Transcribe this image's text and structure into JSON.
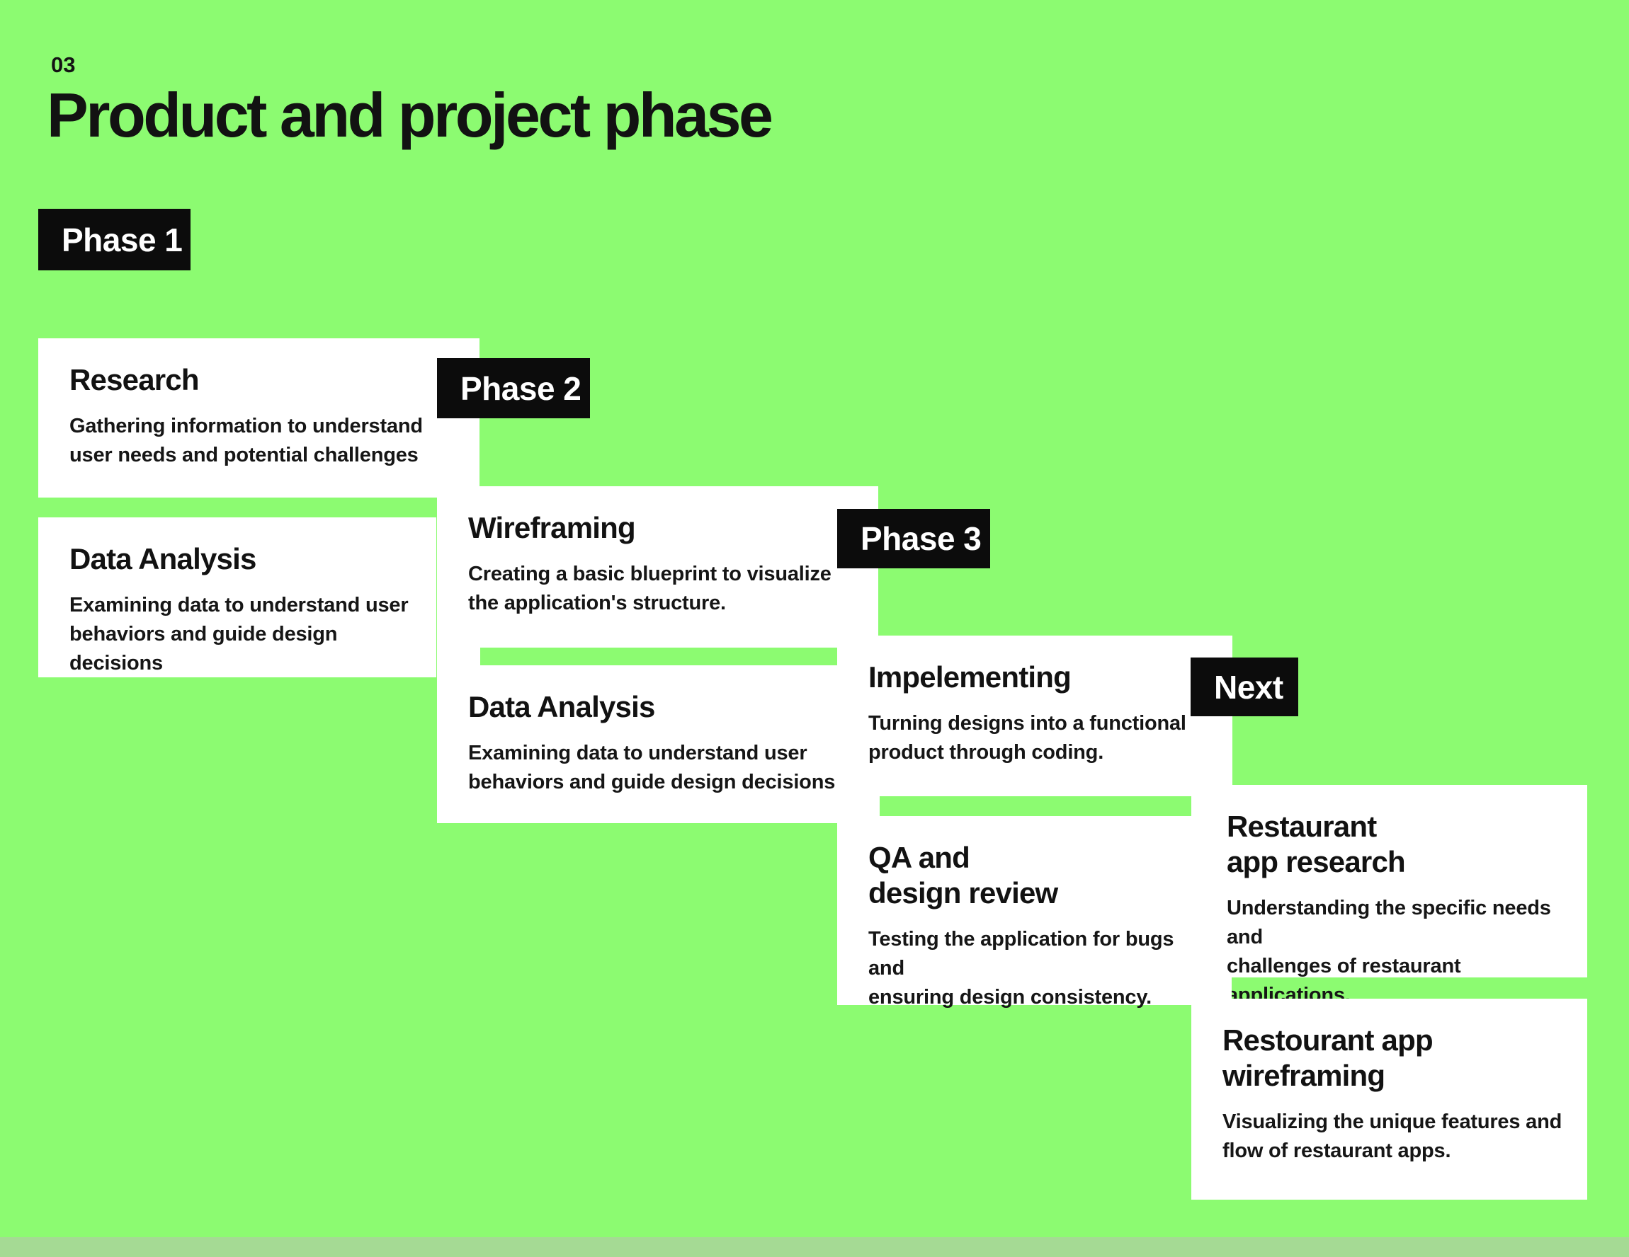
{
  "page": {
    "number": "03",
    "title": "Product and project phase"
  },
  "colors": {
    "background": "#8cfb71",
    "card_background": "#ffffff",
    "badge_background": "#0c0c0c",
    "badge_text": "#ffffff",
    "text": "#141414",
    "footer_strip": "#a5da94"
  },
  "phases": [
    {
      "badge": "Phase 1",
      "cards": [
        {
          "title": "Research",
          "body": "Gathering information to understand\nuser needs and potential challenges"
        },
        {
          "title": "Data Analysis",
          "body": "Examining data to understand user\nbehaviors and guide design decisions"
        }
      ]
    },
    {
      "badge": "Phase 2",
      "cards": [
        {
          "title": "Wireframing",
          "body": "Creating a basic blueprint to visualize\nthe application's structure."
        },
        {
          "title": "Data Analysis",
          "body": "Examining data to understand user\nbehaviors and guide design decisions"
        }
      ]
    },
    {
      "badge": "Phase 3",
      "cards": [
        {
          "title": "Impelementing",
          "body": "Turning designs into a functional\nproduct through coding."
        },
        {
          "title": "QA and\ndesign review",
          "body": "Testing the application for bugs and\nensuring design consistency."
        }
      ]
    },
    {
      "badge": "Next",
      "cards": [
        {
          "title": "Restaurant\napp research",
          "body": "Understanding the specific needs and\nchallenges of restaurant applications."
        },
        {
          "title": "Restourant app\nwireframing",
          "body": "Visualizing the unique features and\nflow of restaurant apps."
        }
      ]
    }
  ]
}
